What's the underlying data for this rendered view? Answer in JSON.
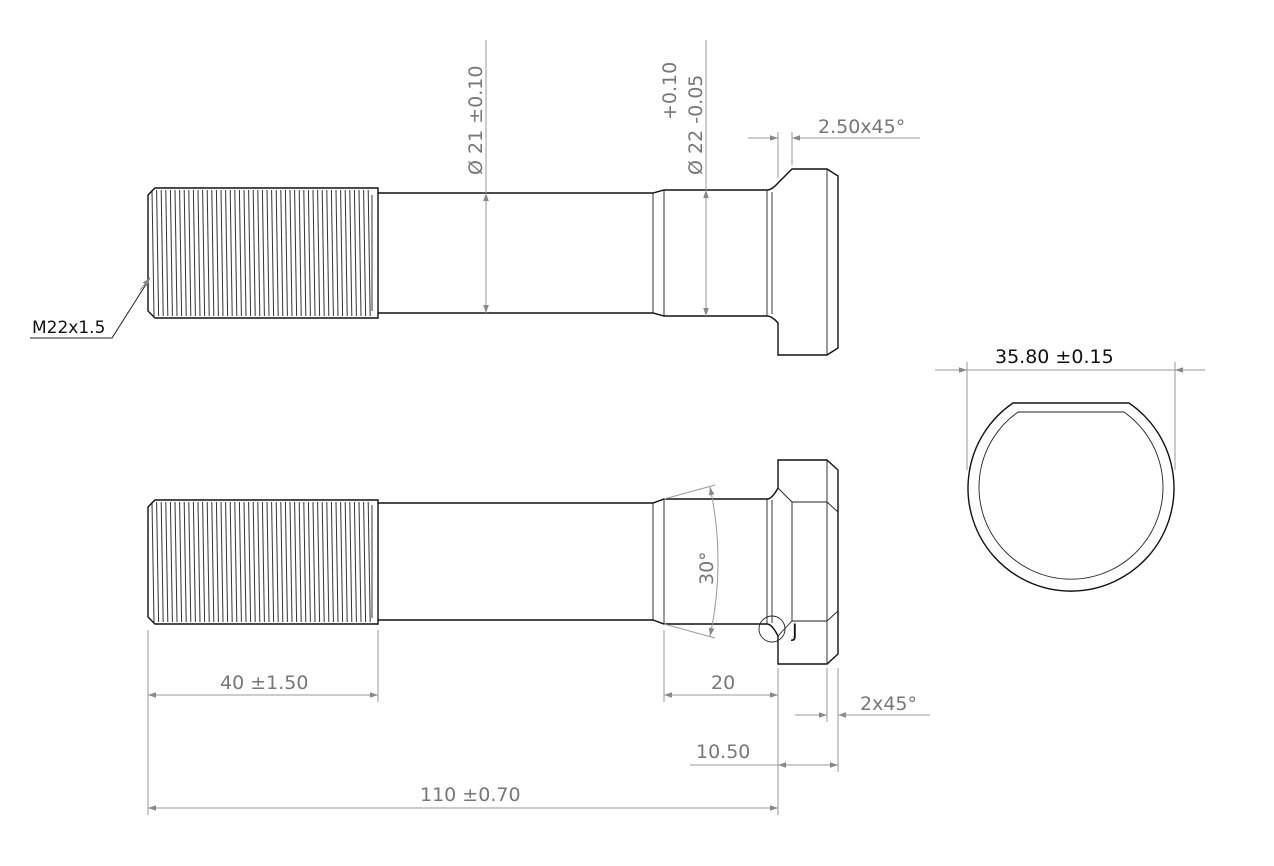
{
  "dimensions": {
    "shank_diameter": "Ø 21 ±0.10",
    "collar_diameter_tol_upper": "+0.10",
    "collar_diameter": "Ø 22 -0.05",
    "head_chamfer": "2.50x45°",
    "thread_spec": "M22x1.5",
    "flat_width": "35.80 ±0.15",
    "collar_angle": "30°",
    "detail_label": "J",
    "thread_length": "40 ±1.50",
    "collar_length": "20",
    "end_chamfer": "2x45°",
    "head_length": "10.50",
    "total_length": "110 ±0.70"
  }
}
